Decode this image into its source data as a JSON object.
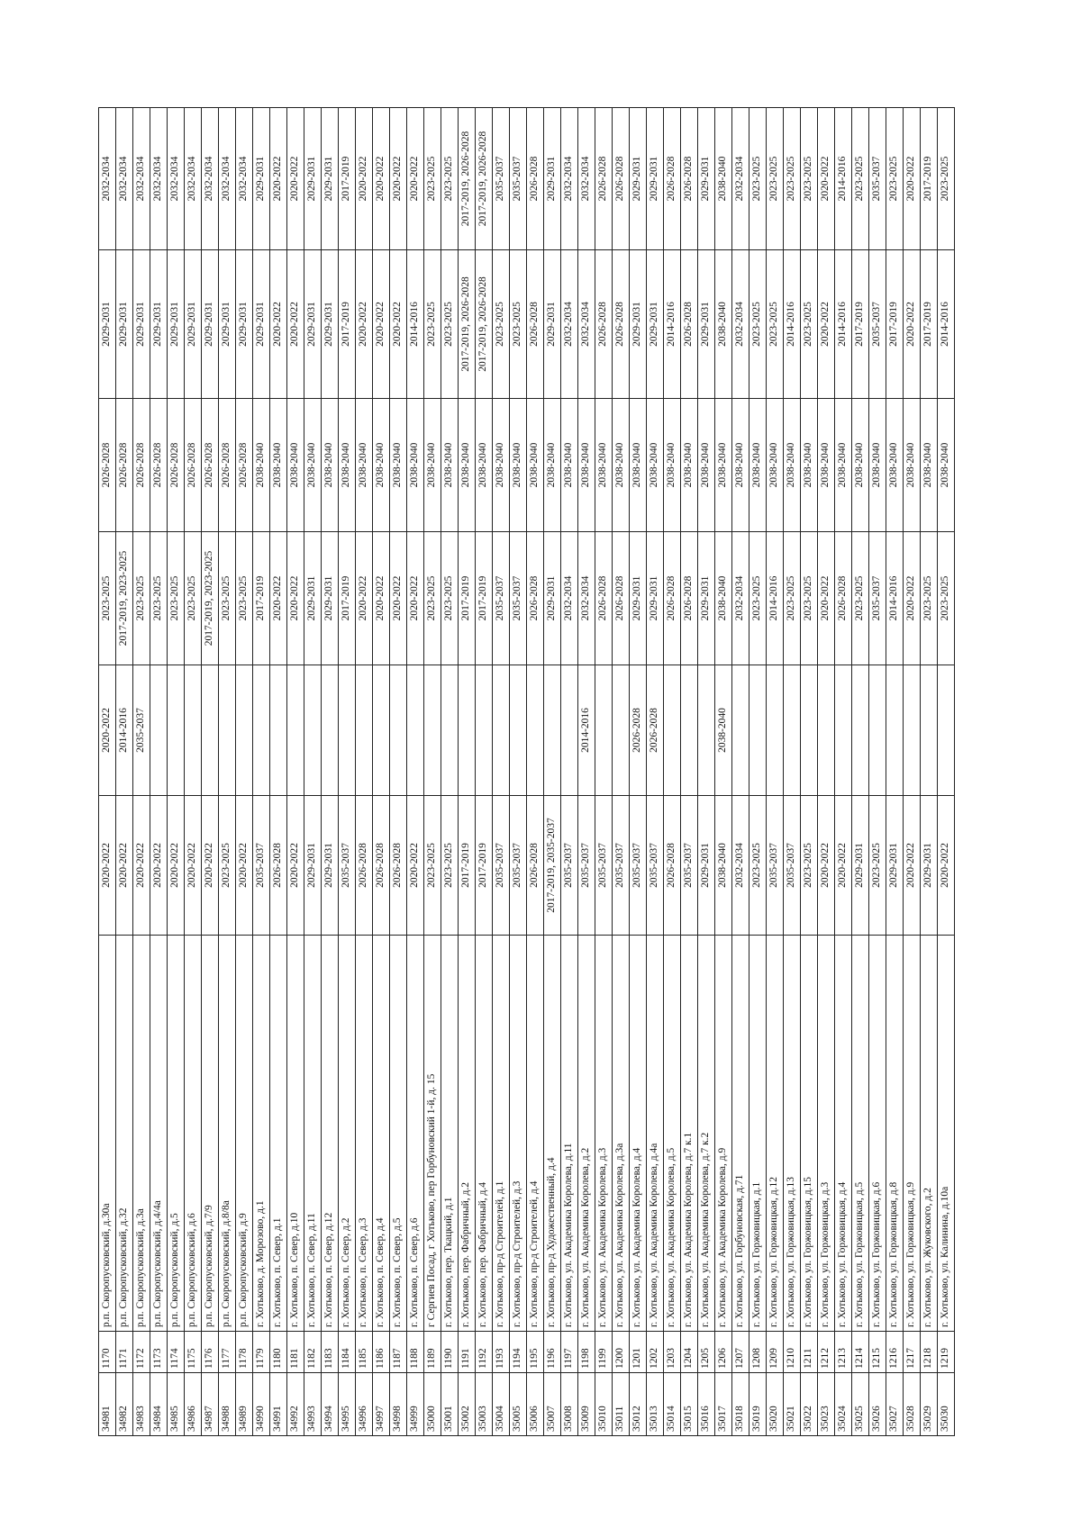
{
  "rows": [
    [
      "34981",
      "1170",
      "р.п. Скоропусковский, д.30а",
      "2020-2022",
      "2020-2022",
      "2023-2025",
      "2026-2028",
      "2029-2031",
      "2032-2034"
    ],
    [
      "34982",
      "1171",
      "р.п. Скоропусковский, д.32",
      "2020-2022",
      "2014-2016",
      "2017-2019, 2023-2025",
      "2026-2028",
      "2029-2031",
      "2032-2034"
    ],
    [
      "34983",
      "1172",
      "р.п. Скоропусковский, д.3а",
      "2020-2022",
      "2035-2037",
      "2023-2025",
      "2026-2028",
      "2029-2031",
      "2032-2034"
    ],
    [
      "34984",
      "1173",
      "р.п. Скоропусковский, д.4/4а",
      "2020-2022",
      "",
      "2023-2025",
      "2026-2028",
      "2029-2031",
      "2032-2034"
    ],
    [
      "34985",
      "1174",
      "р.п. Скоропусковский, д.5",
      "2020-2022",
      "",
      "2023-2025",
      "2026-2028",
      "2029-2031",
      "2032-2034"
    ],
    [
      "34986",
      "1175",
      "р.п. Скоропусковский, д.6",
      "2020-2022",
      "",
      "2023-2025",
      "2026-2028",
      "2029-2031",
      "2032-2034"
    ],
    [
      "34987",
      "1176",
      "р.п. Скоропусковский, д.7/9",
      "2020-2022",
      "",
      "2017-2019, 2023-2025",
      "2026-2028",
      "2029-2031",
      "2032-2034"
    ],
    [
      "34988",
      "1177",
      "р.п. Скоропусковский, д.8/8а",
      "2023-2025",
      "",
      "2023-2025",
      "2026-2028",
      "2029-2031",
      "2032-2034"
    ],
    [
      "34989",
      "1178",
      "р.п. Скоропусковский, д.9",
      "2020-2022",
      "",
      "2023-2025",
      "2026-2028",
      "2029-2031",
      "2032-2034"
    ],
    [
      "34990",
      "1179",
      "г. Хотьково, д. Морозово, д.1",
      "2035-2037",
      "",
      "2017-2019",
      "2038-2040",
      "2029-2031",
      "2029-2031"
    ],
    [
      "34991",
      "1180",
      "г. Хотьково, п. Север, д.1",
      "2026-2028",
      "",
      "2020-2022",
      "2038-2040",
      "2020-2022",
      "2020-2022"
    ],
    [
      "34992",
      "1181",
      "г. Хотьково, п. Север, д.10",
      "2020-2022",
      "",
      "2020-2022",
      "2038-2040",
      "2020-2022",
      "2020-2022"
    ],
    [
      "34993",
      "1182",
      "г. Хотьково, п. Север, д.11",
      "2029-2031",
      "",
      "2029-2031",
      "2038-2040",
      "2029-2031",
      "2029-2031"
    ],
    [
      "34994",
      "1183",
      "г. Хотьково, п. Север, д.12",
      "2029-2031",
      "",
      "2029-2031",
      "2038-2040",
      "2029-2031",
      "2029-2031"
    ],
    [
      "34995",
      "1184",
      "г. Хотьково, п. Север, д.2",
      "2035-2037",
      "",
      "2017-2019",
      "2038-2040",
      "2017-2019",
      "2017-2019"
    ],
    [
      "34996",
      "1185",
      "г. Хотьково, п. Север, д.3",
      "2026-2028",
      "",
      "2020-2022",
      "2038-2040",
      "2020-2022",
      "2020-2022"
    ],
    [
      "34997",
      "1186",
      "г. Хотьково, п. Север, д.4",
      "2026-2028",
      "",
      "2020-2022",
      "2038-2040",
      "2020-2022",
      "2020-2022"
    ],
    [
      "34998",
      "1187",
      "г. Хотьково, п. Север, д.5",
      "2026-2028",
      "",
      "2020-2022",
      "2038-2040",
      "2020-2022",
      "2020-2022"
    ],
    [
      "34999",
      "1188",
      "г. Хотьково, п. Север, д.6",
      "2020-2022",
      "",
      "2020-2022",
      "2038-2040",
      "2014-2016",
      "2020-2022"
    ],
    [
      "35000",
      "1189",
      "г Сергиев Посад, г Хотьково, пер Горбуновский 1-й, д. 15",
      "2023-2025",
      "",
      "2023-2025",
      "2038-2040",
      "2023-2025",
      "2023-2025"
    ],
    [
      "35001",
      "1190",
      "г. Хотьково, пер. Ткацкий, д.1",
      "2023-2025",
      "",
      "2023-2025",
      "2038-2040",
      "2023-2025",
      "2023-2025"
    ],
    [
      "35002",
      "1191",
      "г. Хотьково, пер. Фабричный, д.2",
      "2017-2019",
      "",
      "2017-2019",
      "2038-2040",
      "2017-2019, 2026-2028",
      "2017-2019, 2026-2028"
    ],
    [
      "35003",
      "1192",
      "г. Хотьково, пер. Фабричный, д.4",
      "2017-2019",
      "",
      "2017-2019",
      "2038-2040",
      "2017-2019, 2026-2028",
      "2017-2019, 2026-2028"
    ],
    [
      "35004",
      "1193",
      "г. Хотьково, пр-д Строителей, д.1",
      "2035-2037",
      "",
      "2035-2037",
      "2038-2040",
      "2023-2025",
      "2035-2037"
    ],
    [
      "35005",
      "1194",
      "г. Хотьково, пр-д Строителей, д.3",
      "2035-2037",
      "",
      "2035-2037",
      "2038-2040",
      "2023-2025",
      "2035-2037"
    ],
    [
      "35006",
      "1195",
      "г. Хотьково, пр-д Строителей, д.4",
      "2026-2028",
      "",
      "2026-2028",
      "2038-2040",
      "2026-2028",
      "2026-2028"
    ],
    [
      "35007",
      "1196",
      "г. Хотьково, пр-д Художественный, д.4",
      "2017-2019, 2035-2037",
      "",
      "2029-2031",
      "2038-2040",
      "2029-2031",
      "2029-2031"
    ],
    [
      "35008",
      "1197",
      "г. Хотьково, ул. Академика Королева, д.11",
      "2035-2037",
      "",
      "2032-2034",
      "2038-2040",
      "2032-2034",
      "2032-2034"
    ],
    [
      "35009",
      "1198",
      "г. Хотьково, ул. Академика Королева, д.2",
      "2035-2037",
      "2014-2016",
      "2032-2034",
      "2038-2040",
      "2032-2034",
      "2032-2034"
    ],
    [
      "35010",
      "1199",
      "г. Хотьково, ул. Академика Королева, д.3",
      "2035-2037",
      "",
      "2026-2028",
      "2038-2040",
      "2026-2028",
      "2026-2028"
    ],
    [
      "35011",
      "1200",
      "г. Хотьково, ул. Академика Королева, д.3а",
      "2035-2037",
      "",
      "2026-2028",
      "2038-2040",
      "2026-2028",
      "2026-2028"
    ],
    [
      "35012",
      "1201",
      "г. Хотьково, ул. Академика Королева, д.4",
      "2035-2037",
      "2026-2028",
      "2029-2031",
      "2038-2040",
      "2029-2031",
      "2029-2031"
    ],
    [
      "35013",
      "1202",
      "г. Хотьково, ул. Академика Королева, д.4а",
      "2035-2037",
      "2026-2028",
      "2029-2031",
      "2038-2040",
      "2029-2031",
      "2029-2031"
    ],
    [
      "35014",
      "1203",
      "г. Хотьково, ул. Академика Королева, д.5",
      "2026-2028",
      "",
      "2026-2028",
      "2038-2040",
      "2014-2016",
      "2026-2028"
    ],
    [
      "35015",
      "1204",
      "г. Хотьково, ул. Академика Королева, д.7 к.1",
      "2035-2037",
      "",
      "2026-2028",
      "2038-2040",
      "2026-2028",
      "2026-2028"
    ],
    [
      "35016",
      "1205",
      "г. Хотьково, ул. Академика Королева, д.7 к.2",
      "2029-2031",
      "",
      "2029-2031",
      "2038-2040",
      "2029-2031",
      "2029-2031"
    ],
    [
      "35017",
      "1206",
      "г. Хотьково, ул. Академика Королева, д.9",
      "2038-2040",
      "2038-2040",
      "2038-2040",
      "2038-2040",
      "2038-2040",
      "2038-2040"
    ],
    [
      "35018",
      "1207",
      "г. Хотьково, ул. Горбуновская, д.71",
      "2032-2034",
      "",
      "2032-2034",
      "2038-2040",
      "2032-2034",
      "2032-2034"
    ],
    [
      "35019",
      "1208",
      "г. Хотьково, ул. Горжовицкая, д.1",
      "2023-2025",
      "",
      "2023-2025",
      "2038-2040",
      "2023-2025",
      "2023-2025"
    ],
    [
      "35020",
      "1209",
      "г. Хотьково, ул. Горжовицкая, д.12",
      "2035-2037",
      "",
      "2014-2016",
      "2038-2040",
      "2023-2025",
      "2023-2025"
    ],
    [
      "35021",
      "1210",
      "г. Хотьково, ул. Горжовицкая, д.13",
      "2035-2037",
      "",
      "2023-2025",
      "2038-2040",
      "2014-2016",
      "2023-2025"
    ],
    [
      "35022",
      "1211",
      "г. Хотьково, ул. Горжовицкая, д.15",
      "2023-2025",
      "",
      "2023-2025",
      "2038-2040",
      "2023-2025",
      "2023-2025"
    ],
    [
      "35023",
      "1212",
      "г. Хотьково, ул. Горжовицкая, д.3",
      "2020-2022",
      "",
      "2020-2022",
      "2038-2040",
      "2020-2022",
      "2020-2022"
    ],
    [
      "35024",
      "1213",
      "г. Хотьково, ул. Горжовицкая, д.4",
      "2020-2022",
      "",
      "2026-2028",
      "2038-2040",
      "2014-2016",
      "2014-2016"
    ],
    [
      "35025",
      "1214",
      "г. Хотьково, ул. Горжовицкая, д.5",
      "2029-2031",
      "",
      "2023-2025",
      "2038-2040",
      "2017-2019",
      "2023-2025"
    ],
    [
      "35026",
      "1215",
      "г. Хотьково, ул. Горжовицкая, д.6",
      "2023-2025",
      "",
      "2035-2037",
      "2038-2040",
      "2035-2037",
      "2035-2037"
    ],
    [
      "35027",
      "1216",
      "г. Хотьково, ул. Горжовицкая, д.8",
      "2029-2031",
      "",
      "2014-2016",
      "2038-2040",
      "2017-2019",
      "2023-2025"
    ],
    [
      "35028",
      "1217",
      "г. Хотьково, ул. Горжовицкая, д.9",
      "2020-2022",
      "",
      "2020-2022",
      "2038-2040",
      "2020-2022",
      "2020-2022"
    ],
    [
      "35029",
      "1218",
      "г. Хотьково, ул. Жуковского, д.2",
      "2029-2031",
      "",
      "2023-2025",
      "2038-2040",
      "2017-2019",
      "2017-2019"
    ],
    [
      "35030",
      "1219",
      "г. Хотьково, ул. Калинина, д.10а",
      "2020-2022",
      "",
      "2023-2025",
      "2038-2040",
      "2014-2016",
      "2023-2025"
    ]
  ]
}
